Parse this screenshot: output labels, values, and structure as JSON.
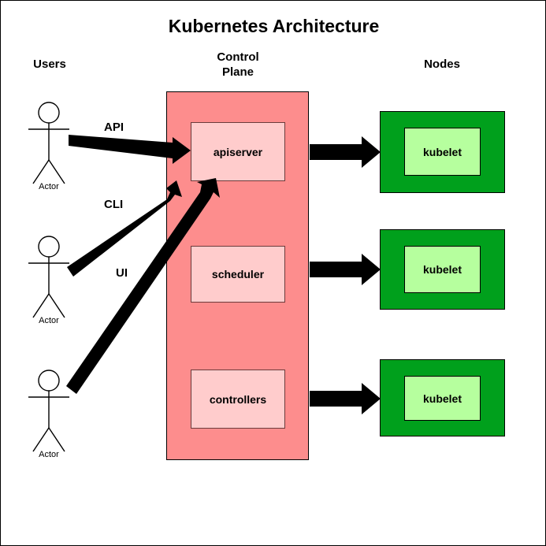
{
  "diagram": {
    "title": "Kubernetes Architecture",
    "type": "architecture-diagram",
    "page_border_color": "#000000",
    "background": "#ffffff",
    "columns": [
      {
        "key": "users",
        "label": "Users"
      },
      {
        "key": "control_plane",
        "label_line1": "Control",
        "label_line2": "Plane"
      },
      {
        "key": "nodes",
        "label": "Nodes"
      }
    ],
    "colors": {
      "control_plane_fill": "#fd8d8d",
      "control_plane_component_fill": "#ffcccc",
      "node_outer_fill": "#00a01c",
      "node_inner_fill": "#b6ff9e",
      "arrow_color": "#000000",
      "text_color": "#000000"
    },
    "actors": [
      {
        "label": "Actor",
        "connection": "API"
      },
      {
        "label": "Actor",
        "connection": "CLI"
      },
      {
        "label": "Actor",
        "connection": "UI"
      }
    ],
    "control_plane": {
      "components": [
        {
          "label": "apiserver"
        },
        {
          "label": "scheduler"
        },
        {
          "label": "controllers"
        }
      ]
    },
    "nodes": [
      {
        "outer_label": "",
        "inner_label": "kubelet"
      },
      {
        "outer_label": "",
        "inner_label": "kubelet"
      },
      {
        "outer_label": "",
        "inner_label": "kubelet"
      }
    ],
    "edges": [
      {
        "from": "Actor 1",
        "to": "apiserver",
        "label": "API"
      },
      {
        "from": "Actor 2",
        "to": "apiserver",
        "label": "CLI"
      },
      {
        "from": "Actor 3",
        "to": "apiserver",
        "label": "UI"
      },
      {
        "from": "apiserver",
        "to": "kubelet 1",
        "label": ""
      },
      {
        "from": "scheduler",
        "to": "kubelet 2",
        "label": ""
      },
      {
        "from": "controllers",
        "to": "kubelet 3",
        "label": ""
      }
    ]
  }
}
